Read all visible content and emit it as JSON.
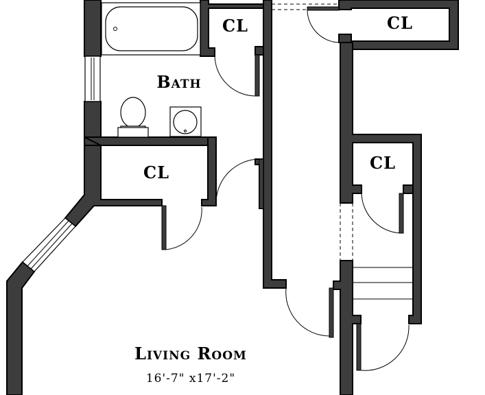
{
  "rooms": {
    "bath": "Bath",
    "closet_bath_top": "CL",
    "closet_top_right": "CL",
    "closet_left": "CL",
    "closet_right": "CL",
    "living_room": "Living Room",
    "living_room_size": "16'-7\" x17'-2\""
  },
  "colors": {
    "wall": "#3d3d3d",
    "outline": "#000000",
    "background": "#ffffff"
  }
}
